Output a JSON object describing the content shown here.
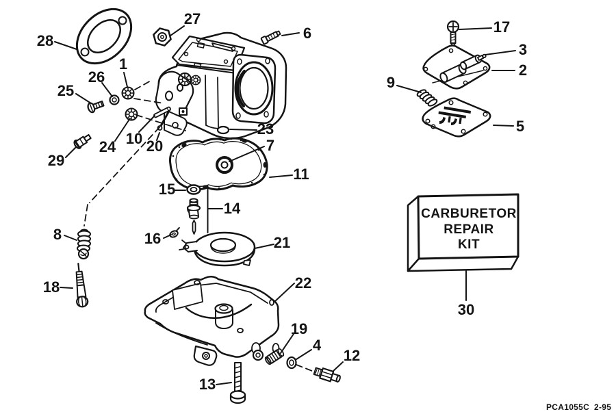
{
  "callouts": {
    "c1": "1",
    "c2": "2",
    "c3": "3",
    "c4": "4",
    "c5": "5",
    "c6": "6",
    "c7": "7",
    "c8": "8",
    "c9": "9",
    "c10": "10",
    "c11": "11",
    "c12": "12",
    "c13": "13",
    "c14": "14",
    "c15": "15",
    "c16": "16",
    "c17": "17",
    "c18": "18",
    "c19": "19",
    "c20": "20",
    "c21": "21",
    "c22": "22",
    "c23": "23",
    "c24": "24",
    "c25": "25",
    "c26": "26",
    "c27": "27",
    "c28": "28",
    "c29": "29",
    "c30": "30"
  },
  "kit_box": {
    "line1": "CARBURETOR",
    "line2": "REPAIR",
    "line3": "KIT"
  },
  "footer": {
    "code": "PCA1055C",
    "date": "2-95"
  },
  "colors": {
    "ink": "#141414",
    "paper": "#ffffff"
  }
}
